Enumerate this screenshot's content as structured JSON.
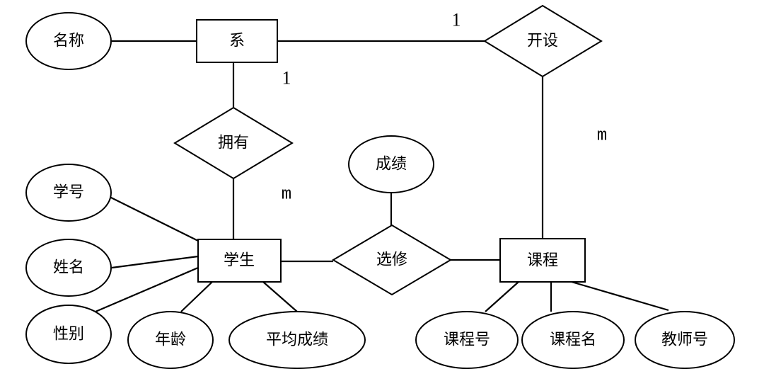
{
  "entities": {
    "department": "系",
    "student": "学生",
    "course": "课程"
  },
  "relationships": {
    "offers": "开设",
    "has": "拥有",
    "enrolls": "选修"
  },
  "attributes": {
    "dept_name": "名称",
    "student_no": "学号",
    "student_name": "姓名",
    "gender": "性别",
    "age": "年龄",
    "avg_grade": "平均成绩",
    "grade": "成绩",
    "course_no": "课程号",
    "course_name": "课程名",
    "teacher_no": "教师号"
  },
  "cardinalities": {
    "offers_dept": "1",
    "offers_course": "m",
    "has_dept": "1",
    "has_student": "m"
  }
}
